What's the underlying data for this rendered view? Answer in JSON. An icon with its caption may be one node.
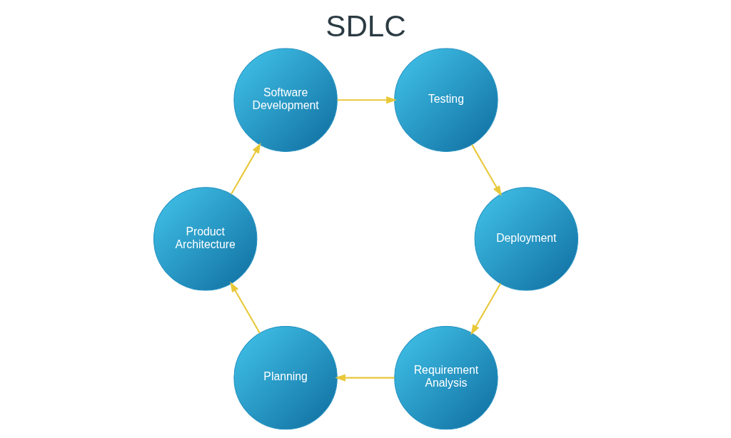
{
  "diagram": {
    "title": "SDLC",
    "nodes": [
      {
        "text": [
          "Requirement Analysis"
        ]
      },
      {
        "text": [
          "Deployment"
        ]
      },
      {
        "text": [
          "Planning"
        ]
      },
      {
        "text": [
          "Testing"
        ]
      },
      {
        "text": [
          "Product Architecture"
        ]
      },
      {
        "text": [
          "Software Development"
        ]
      }
    ],
    "edges": [
      {
        "from": 0,
        "to": 2,
        "arrow": "to"
      },
      {
        "from": 2,
        "to": 4,
        "arrow": "to"
      },
      {
        "from": 4,
        "to": 5,
        "arrow": "to"
      },
      {
        "from": 5,
        "to": 3,
        "arrow": "to"
      },
      {
        "from": 3,
        "to": 1,
        "arrow": "to"
      },
      {
        "from": 1,
        "to": 0,
        "arrow": "to"
      }
    ]
  }
}
